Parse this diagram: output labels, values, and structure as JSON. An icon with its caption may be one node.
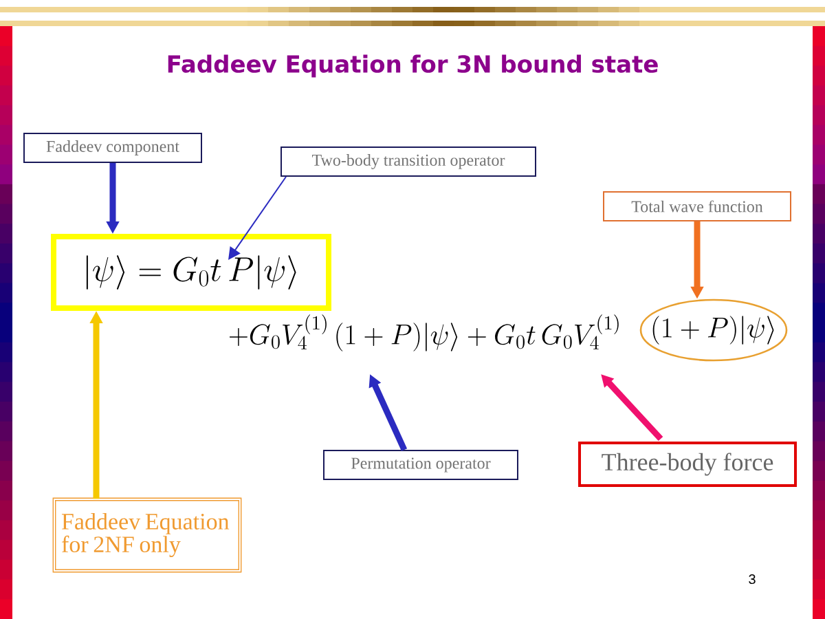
{
  "diagram": {
    "title": "Faddeev Equation for 3N bound state",
    "nodes": [
      {
        "text": [
          "Faddeev component"
        ]
      },
      {
        "text": [
          "Two-body transition operator"
        ]
      },
      {
        "text": [
          "Total wave function"
        ]
      },
      {
        "text": [
          "|\\psi\\rangle = G_0 t\\, P|\\psi\\rangle"
        ]
      },
      {
        "text": [
          "(1+P)|\\psi\\rangle"
        ]
      },
      {
        "text": [
          "Permutation operator"
        ]
      },
      {
        "text": [
          "Three-body force"
        ]
      },
      {
        "text": [
          "Faddeev Equation for 2NF only"
        ]
      }
    ],
    "edges": [
      {
        "from": 0,
        "to": 3,
        "arrow": "to",
        "color": "#2b2bc0"
      },
      {
        "from": 1,
        "to": 3,
        "arrow": "to",
        "color": "#2b2bc0"
      },
      {
        "from": 2,
        "to": 4,
        "arrow": "to",
        "color": "#f07020"
      },
      {
        "from": 5,
        "to": null,
        "arrow": "to",
        "color": "#2b2bc0"
      },
      {
        "from": 6,
        "to": null,
        "arrow": "to",
        "color": "#f0106e"
      },
      {
        "from": 7,
        "to": 3,
        "arrow": "to",
        "color": "#f5c800"
      }
    ],
    "labels": [
      "+G_0V_4^{(1)}\\,(1+P)|\\psi\\rangle + G_0 t\\, G_0V_4^{(1)}",
      "3"
    ]
  }
}
